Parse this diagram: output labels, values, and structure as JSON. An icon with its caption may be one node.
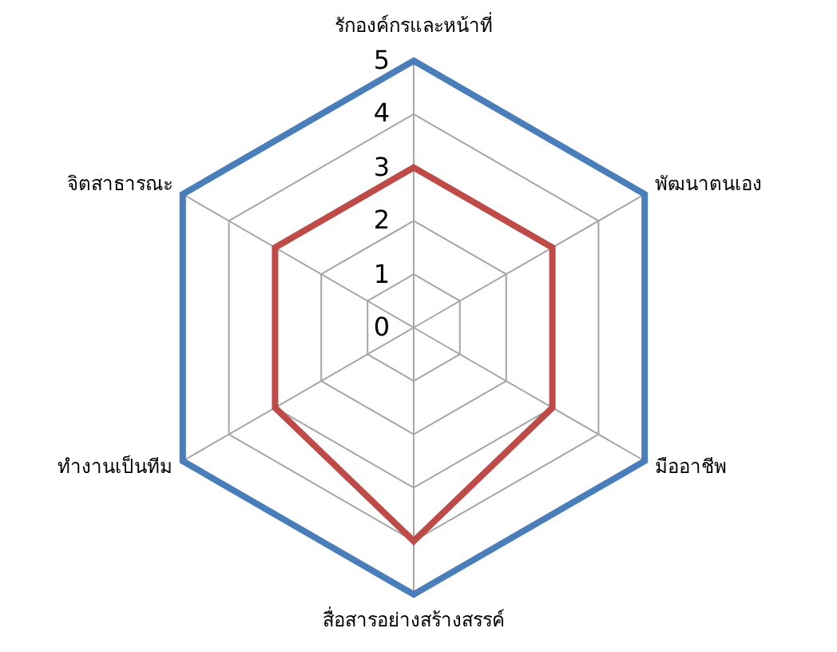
{
  "diagram": {
    "labels": [
      "รักองค์กรและหน้าที่",
      "5",
      "4",
      "3",
      "จิตสาธารณะ",
      "พัฒนาตนเอง",
      "2",
      "1",
      "0",
      "ทำงานเป็นทีม",
      "มืออาชีพ",
      "สื่อสารอย่างสร้างสรรค์"
    ]
  }
}
